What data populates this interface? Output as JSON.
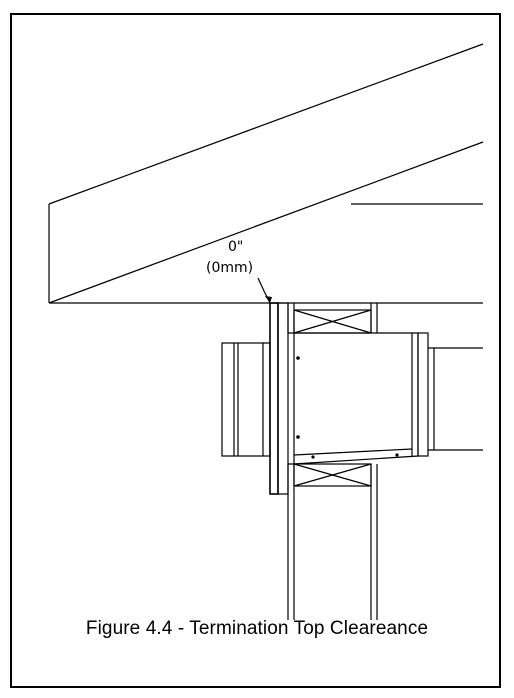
{
  "diagram": {
    "clearance_inches": "0\"",
    "clearance_mm": "(0mm)"
  },
  "caption": "Figure 4.4 - Termination Top Cleareance"
}
